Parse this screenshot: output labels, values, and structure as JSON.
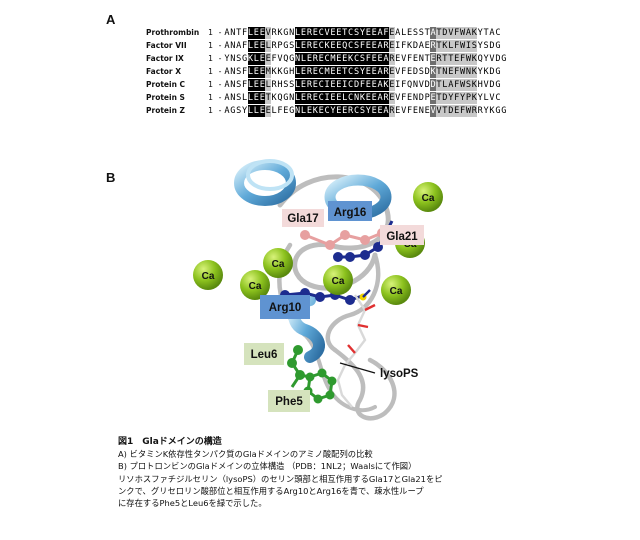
{
  "panels": {
    "a_label": "A",
    "b_label": "B"
  },
  "alignment": {
    "rows": [
      {
        "name": "Prothrombin",
        "start": "1 -",
        "seq": "ANTFLEEVRKGNLERECVEETCSYEEAFEALESSTATDVFWAKYTAC",
        "shade": "nnnnkkklnnnnkkkkkkkkkkkkkkkklnnnnnndlllllllnnnnn"
      },
      {
        "name": "Factor VII",
        "start": "1 -",
        "seq": "ANAFLEELRPGSLERECKEEQCSFEEAREIFKDAERTKLFWISYSDG",
        "shade": "nnnnkkklnnnnkkkkkkkkkkkkkkkklnnnnnndlllllllnnnnn"
      },
      {
        "name": "Factor IX",
        "start": "1 -",
        "seq": "YNSGKLEEFVQGNLERECMEEKCSFEEAREVFENTERTTEFWKQYVDG",
        "shade": "nnnnkkklnnnnkkkkkkkkkkkkkkkklnnnnnndlllllllnnnnn"
      },
      {
        "name": "Factor X",
        "start": "1 -",
        "seq": "ANSFLEEMKKGHLERECMEETCSYEEAREVFEDSDKTNEFWNKYKDG",
        "shade": "nnnnkkklnnnnkkkkkkkkkkkkkkkklnnnnnndlllllllnnnnn"
      },
      {
        "name": "Protein C",
        "start": "1 -",
        "seq": "ANSFLEELRHSSLERECIEEICDFEEAKEIFQNVDDTLAFWSKHVDG",
        "shade": "nnnnkkklnnnnkkkkkkkkkkkkkkkklnnnnnndlllllllnnnnn"
      },
      {
        "name": "Protein S",
        "start": "1 -",
        "seq": "ANSLLEETKQGNLERECIEELCNKEEAREVFENDPETDYFYPKYLVC",
        "shade": "nnnnkkklnnnnkkkkkkkkkkkkkkkklnnnnnndlllllllnnnnn"
      },
      {
        "name": "Protein Z",
        "start": "1 -",
        "seq": "AGSYLLEELFEGNLEKECYEERCSYEEAREVFENEVVTDEFWRRYKGG",
        "shade": "nnnnkkklnnnnkkkkkkkkkkkkkkkklnnnnnndlllllllnnnnn"
      }
    ]
  },
  "structure": {
    "ca_label": "Ca",
    "ca_count": 7,
    "residues": {
      "gla17": "Gla17",
      "arg16": "Arg16",
      "gla21": "Gla21",
      "arg10": "Arg10",
      "leu6": "Leu6",
      "phe5": "Phe5",
      "lysops": "lysoPS"
    },
    "colors": {
      "helix": "#5fa9d8",
      "helix_light": "#bfe3f5",
      "calcium": "#8cc21e",
      "gla_box": "#f3dada",
      "arg_box": "#5f93d1",
      "hydrophobic_box": "#d5e3bd",
      "basic_stick": "#1d2c8f",
      "gla_stick": "#e7a0a0",
      "hydrophobic_stick": "#2f9a2f"
    }
  },
  "caption": {
    "title": "図1　Glaドメインの構造",
    "lines": [
      "A) ビタミンK依存性タンパク質のGlaドメインのアミノ酸配列の比較",
      "B) プロトロンビンのGlaドメインの立体構造 （PDB：1NL2；Waalsにて作図）",
      "リソホスファチジルセリン（lysoPS）のセリン頭部と相互作用するGla17とGla21をピ",
      "ンクで、グリセロリン酸部位と相互作用するArg10とArg16を青で、疎水性ループ",
      "に存在するPhe5とLeu6を緑で示した。"
    ]
  }
}
